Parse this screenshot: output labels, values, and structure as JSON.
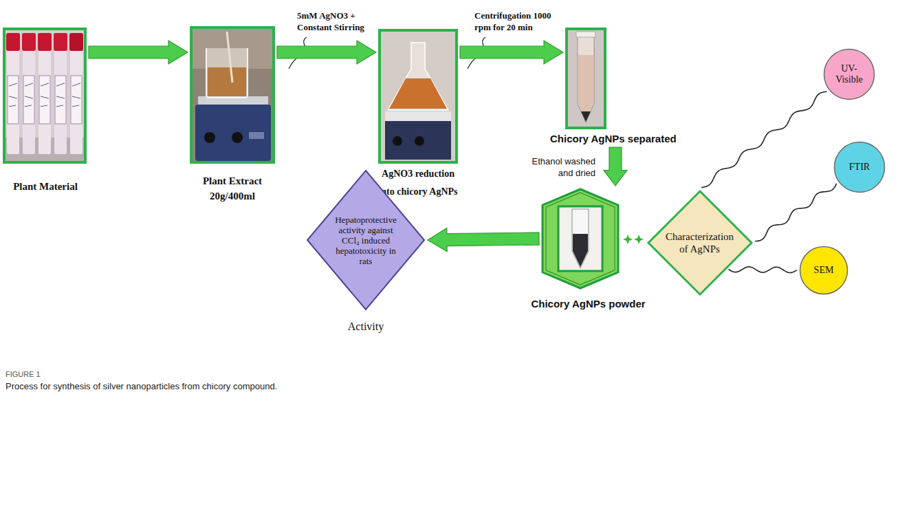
{
  "diagram": {
    "caption": "Process for synthesis of silver nanoparticles from chicory compound.",
    "nodes": [
      {
        "text": [
          "Plant Material"
        ]
      },
      {
        "text": [
          "Plant Extract 20g/400ml"
        ]
      },
      {
        "text": [
          "AgNO3 reduction into chicory AgNPs"
        ]
      },
      {
        "text": [
          "Chicory AgNPs separated"
        ]
      },
      {
        "text": [
          "Chicory AgNPs powder"
        ]
      },
      {
        "text": [
          "Hepatoprotective activity against CCl₄ induced hepatotoxicity in rats",
          "Activity"
        ]
      },
      {
        "text": [
          "Characterization of AgNPs"
        ]
      },
      {
        "text": [
          "UV-Visible"
        ]
      },
      {
        "text": [
          "FTIR"
        ]
      },
      {
        "text": [
          "SEM"
        ]
      }
    ],
    "edges": [
      {
        "from": 0,
        "to": 1,
        "arrow": "to"
      },
      {
        "from": 1,
        "to": 2,
        "label": "5mM AgNO3 + Constant Stirring",
        "arrow": "to"
      },
      {
        "from": 2,
        "to": 3,
        "label": "Centrifugation 1000 rpm for 20 min",
        "arrow": "to"
      },
      {
        "from": 3,
        "to": 4,
        "label": "Ethanol washed and dried",
        "arrow": "to"
      },
      {
        "from": 4,
        "to": 5,
        "arrow": "to"
      },
      {
        "from": 6,
        "to": 7,
        "arrow": "none"
      },
      {
        "from": 6,
        "to": 8,
        "arrow": "none"
      },
      {
        "from": 6,
        "to": 9,
        "arrow": "none"
      }
    ],
    "labels": [
      "FIGURE 1"
    ]
  }
}
